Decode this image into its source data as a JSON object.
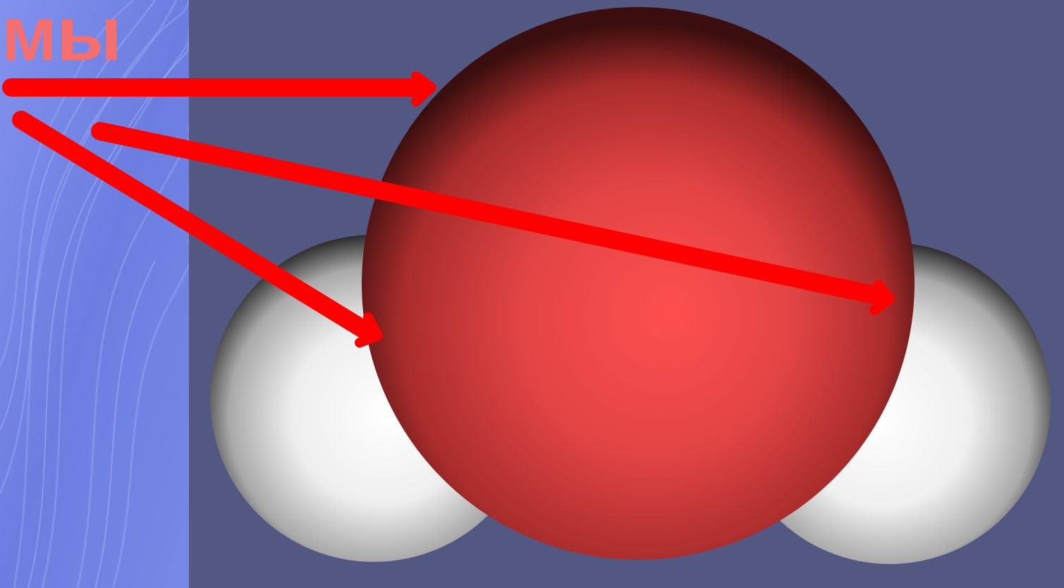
{
  "slide": {
    "title": "омы",
    "title_color": "#f56f6f"
  },
  "colors": {
    "background": "#535882",
    "left_panel": "#6f80e0",
    "arrow": "#ff0000",
    "oxygen_atom": "#e14444",
    "hydrogen_atom": "#f7f7f7"
  },
  "molecule": {
    "atoms": [
      {
        "kind": "oxygen",
        "icon": "oxygen-atom-sphere"
      },
      {
        "kind": "hydrogen",
        "icon": "hydrogen-atom-sphere"
      },
      {
        "kind": "hydrogen",
        "icon": "hydrogen-atom-sphere"
      }
    ],
    "arrow_count": 3
  }
}
